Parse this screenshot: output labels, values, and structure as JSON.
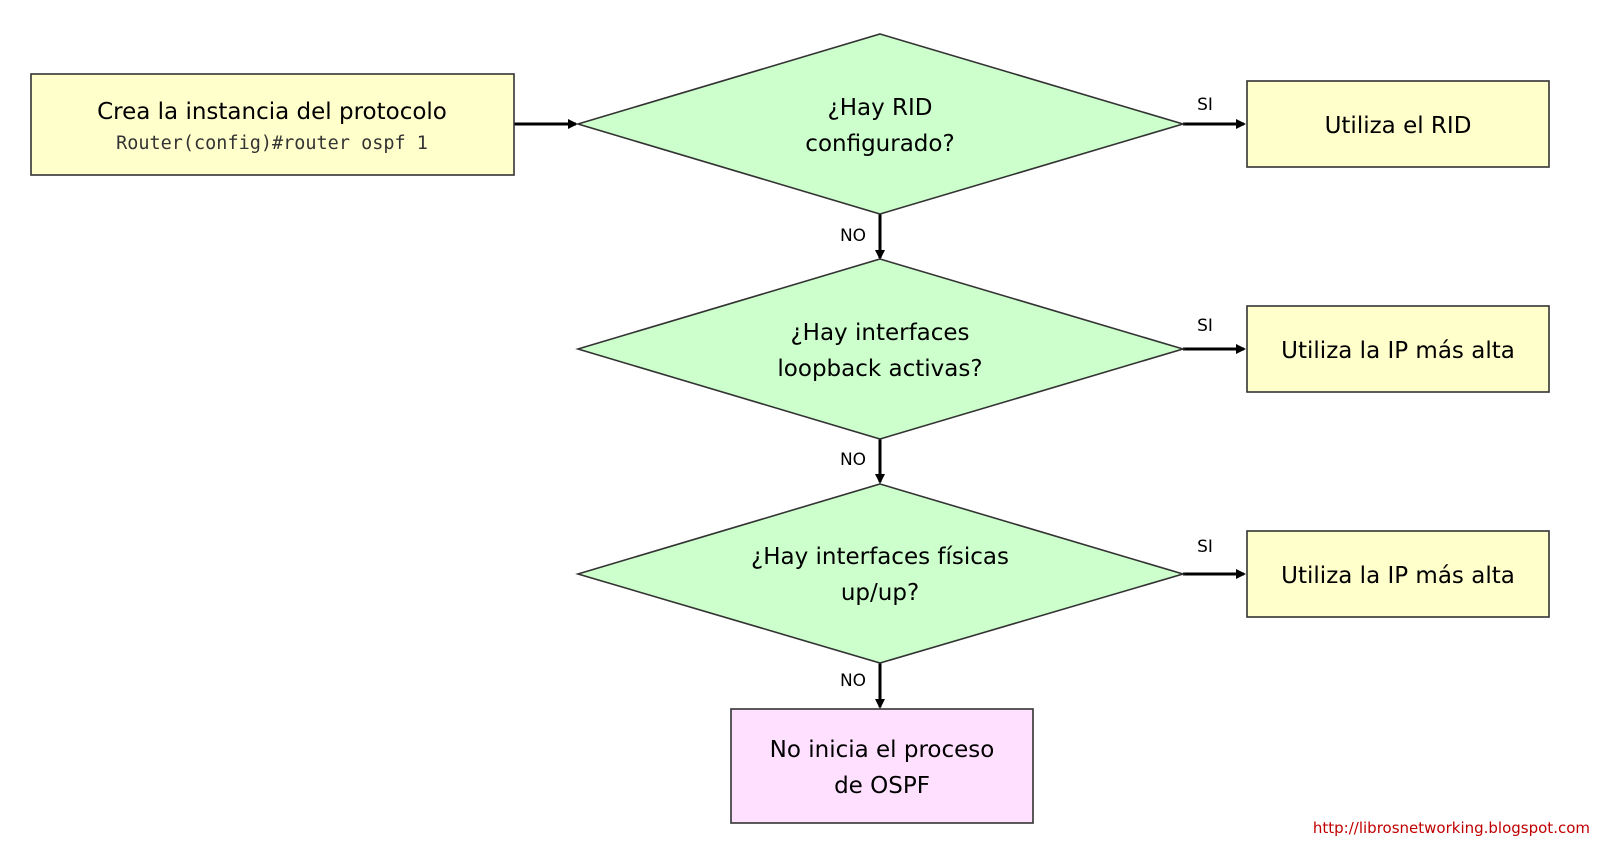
{
  "start": {
    "title": "Crea la instancia del protocolo",
    "command": "Router(config)#router ospf 1"
  },
  "decisions": [
    {
      "line1": "¿Hay RID",
      "line2": "configurado?"
    },
    {
      "line1": "¿Hay interfaces",
      "line2": "loopback activas?"
    },
    {
      "line1": "¿Hay interfaces físicas",
      "line2": "up/up?"
    }
  ],
  "results": [
    {
      "label": "Utiliza el RID"
    },
    {
      "label": "Utiliza la IP más alta"
    },
    {
      "label": "Utiliza la IP más alta"
    }
  ],
  "end": {
    "line1": "No inicia el proceso",
    "line2": "de OSPF"
  },
  "labels": {
    "yes": "SI",
    "no": "NO"
  },
  "credit": "http://librosnetworking.blogspot.com",
  "colors": {
    "start_fill": "#ffffcc",
    "decision_fill": "#ccffcc",
    "result_fill": "#ffffcc",
    "end_fill": "#ffe0ff",
    "credit_text": "#c00000"
  }
}
